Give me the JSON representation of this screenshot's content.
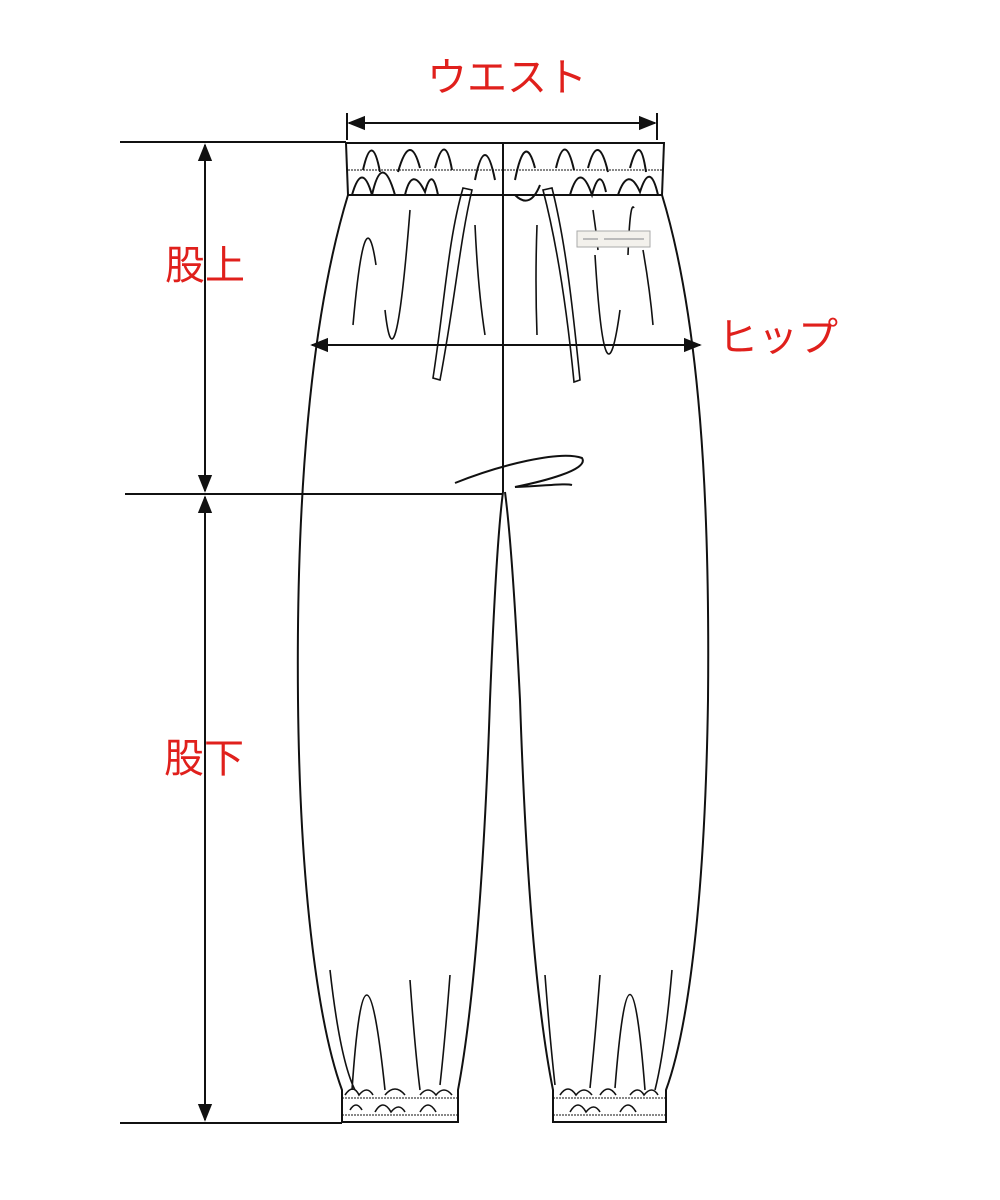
{
  "colors": {
    "label": "#e0201c",
    "line": "#111111",
    "background": "#ffffff"
  },
  "labels": {
    "waist": "ウエスト",
    "rise": "股上",
    "hip": "ヒップ",
    "inseam": "股下"
  }
}
